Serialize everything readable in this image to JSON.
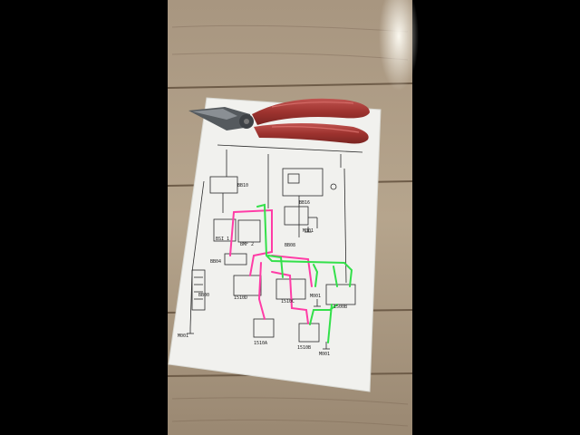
{
  "photo": {
    "subject": "printed wiring diagram on wooden table with red-handled pliers",
    "colors": {
      "letterbox": "#000000",
      "wood_light": "#b9a78e",
      "wood_dark": "#7d6a55",
      "paper": "#f1f1ee",
      "wire_black": "#2a2a2a",
      "wire_pink": "#ff3ca6",
      "wire_green": "#33e04a",
      "plier_handle": "#a53a36",
      "plier_steel": "#5a5a5a"
    }
  },
  "diagram": {
    "labels": {
      "bb10": "BB10",
      "bsi1": "BSI 1",
      "bmf2": "BMF 2",
      "bb04": "BB04",
      "bb00": "BB00",
      "bb16": "BB16",
      "bb08": "BB08",
      "m001a": "M001",
      "m001b": "M001",
      "m001c": "M001",
      "m001d": "M001",
      "c1510a": "1510A",
      "c1510b": "1510B",
      "c1510c": "1510C",
      "c1510d": "1510D",
      "c1500": "1500B"
    }
  }
}
